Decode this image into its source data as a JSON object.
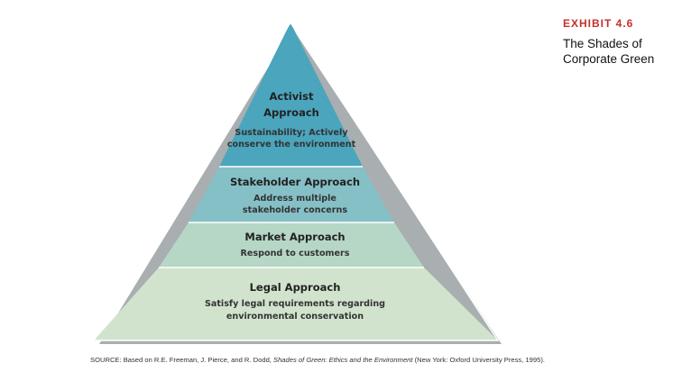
{
  "exhibit": {
    "label": "EXHIBIT 4.6",
    "title": "The Shades of Corporate Green",
    "label_color": "#c4302b"
  },
  "levels": [
    {
      "id": "activist",
      "title_lines": [
        "Activist",
        "Approach"
      ],
      "desc_lines": [
        "Sustainability; Actively",
        "conserve the environment"
      ],
      "color": "#4aa5bd"
    },
    {
      "id": "stakeholder",
      "title_lines": [
        "Stakeholder Approach"
      ],
      "desc_lines": [
        "Address multiple",
        "stakeholder concerns"
      ],
      "color": "#85c0c7"
    },
    {
      "id": "market",
      "title_lines": [
        "Market Approach"
      ],
      "desc_lines": [
        "Respond to customers"
      ],
      "color": "#b6d7c6"
    },
    {
      "id": "legal",
      "title_lines": [
        "Legal Approach"
      ],
      "desc_lines": [
        "Satisfy legal requirements regarding",
        "environmental conservation"
      ],
      "color": "#d2e3cd"
    }
  ],
  "source": {
    "prefix": "SOURCE: Based on R.E. Freeman, J. Pierce, and R. Dodd, ",
    "book_title": "Shades of Green: Ethics and the Environment",
    "suffix": " (New York: Oxford University Press, 1995)."
  }
}
